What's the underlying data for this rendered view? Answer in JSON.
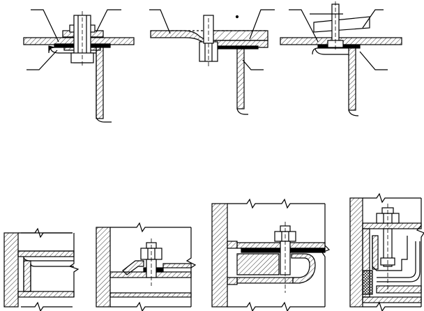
{
  "figure": {
    "background_color": "#ffffff",
    "line_color": "#000000",
    "hatch_style": "diagonal-45",
    "top_row": {
      "panels": [
        {
          "name": "bolted-flange-joint"
        },
        {
          "name": "bent-plate-joint"
        },
        {
          "name": "pin-clamp-joint"
        }
      ]
    },
    "bottom_row": {
      "panels": [
        {
          "name": "wall-angle-joint"
        },
        {
          "name": "wall-bolted-strap"
        },
        {
          "name": "wall-curved-strap-bolt"
        },
        {
          "name": "wall-bolted-box-clamp"
        }
      ]
    }
  }
}
